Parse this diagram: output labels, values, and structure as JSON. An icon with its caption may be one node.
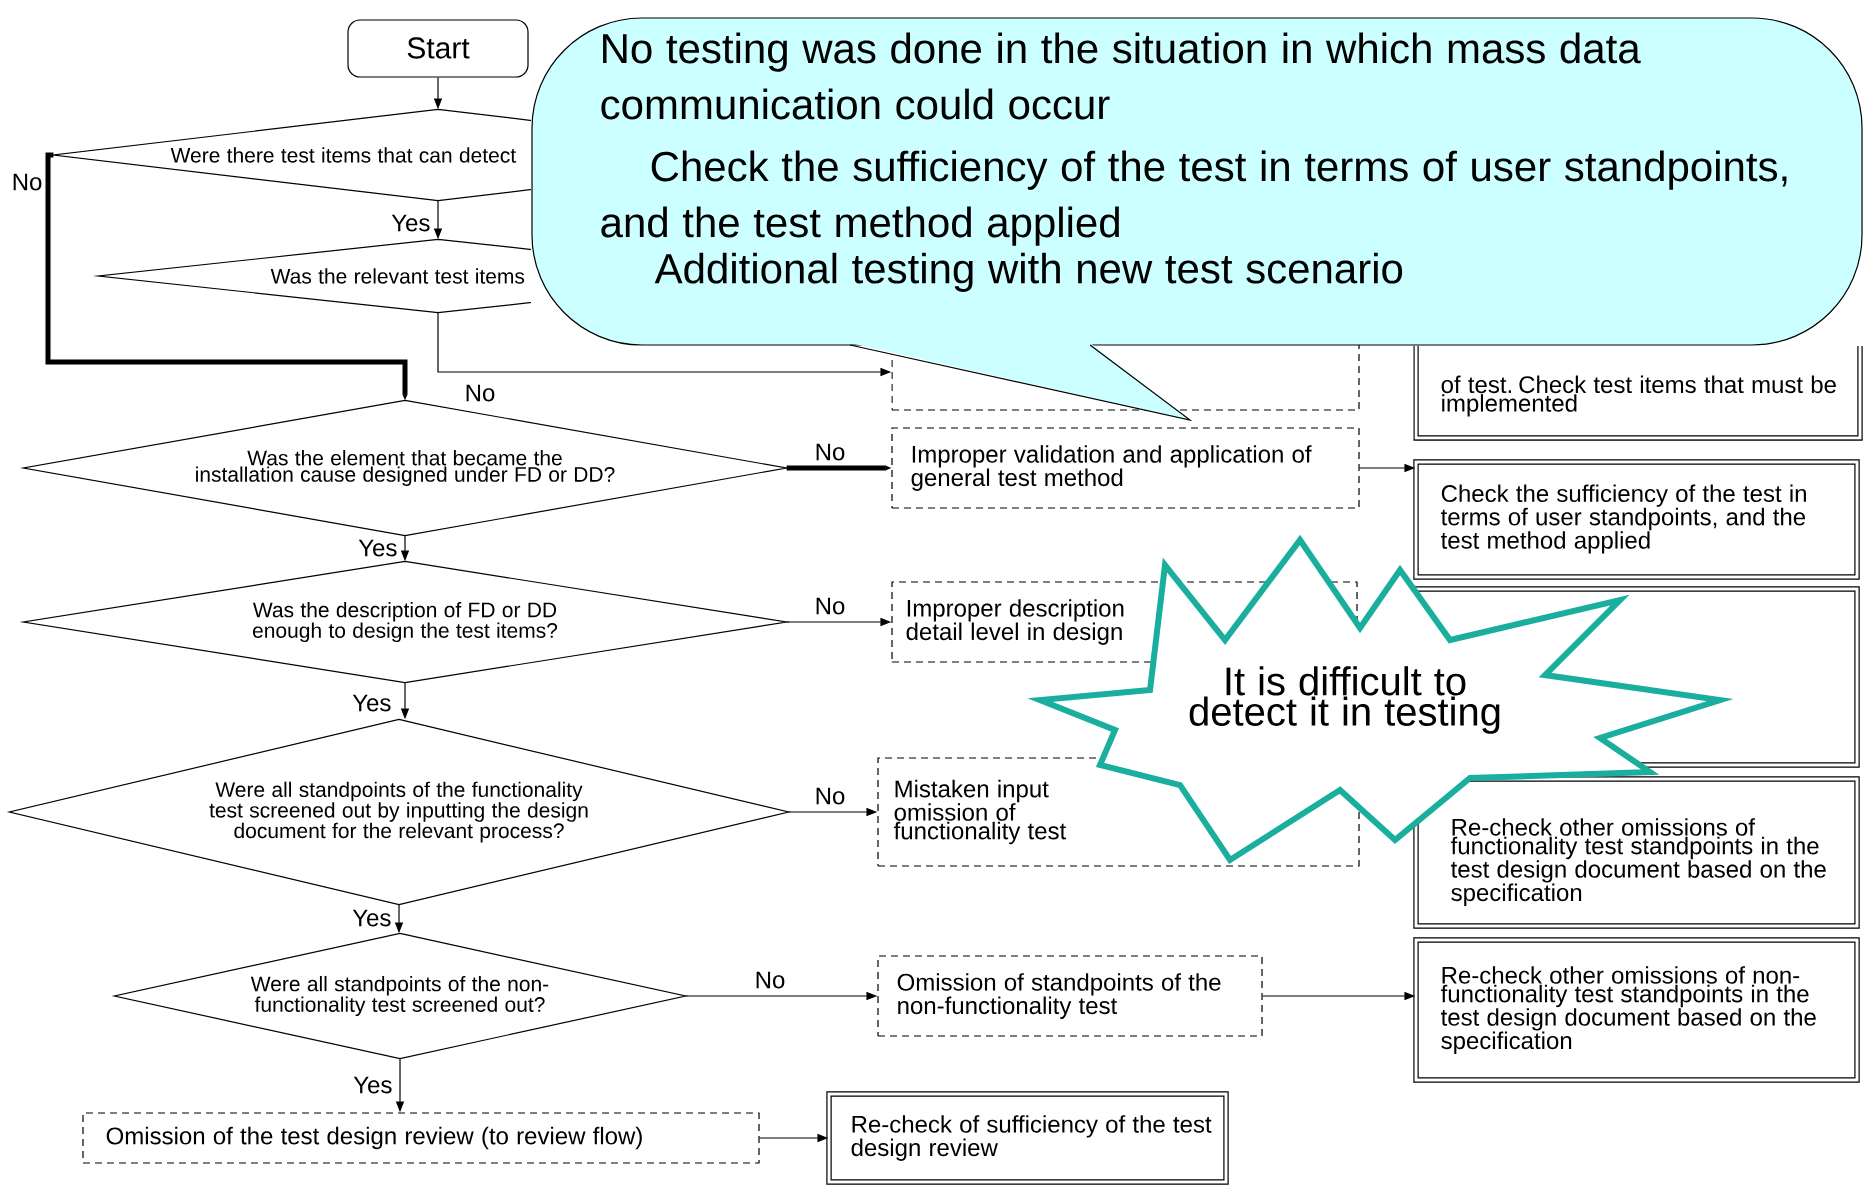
{
  "diagram": {
    "nodes": [
      {
        "text": [
          "Start"
        ]
      },
      {
        "text": [
          "Were there test items that can detect"
        ]
      },
      {
        "text": [
          "Was the relevant test items"
        ]
      },
      {
        "text": [
          "Was the element that became the installation cause designed under FD or DD?"
        ]
      },
      {
        "text": [
          "Was the description of FD or DD enough to design the test items?"
        ]
      },
      {
        "text": [
          "Were all standpoints of the functionality test screened out by inputting the design document for the relevant process?"
        ]
      },
      {
        "text": [
          "Were all standpoints of the non-functionality test screened out?"
        ]
      },
      {
        "text": [
          "Omission of the test design review (to review flow)"
        ]
      },
      {
        "text": [
          "Re-check of sufficiency of the test design review"
        ]
      },
      {
        "text": [],
        "shape": "box"
      },
      {
        "text": [
          "Improper validation and application of general test method"
        ]
      },
      {
        "text": [
          "Improper description detail level in design"
        ]
      },
      {
        "text": [
          "of test. Check test items that must be implemented"
        ]
      },
      {
        "text": [
          "Check the sufficiency of the test in terms of user standpoints, and the test method applied"
        ]
      },
      {
        "text": [],
        "shape": "box"
      },
      {
        "text": [
          "Re-check other omissions of functionality test standpoints in the test design document based on the specification"
        ]
      },
      {
        "text": [
          "Mistaken input omission of functionality test"
        ]
      },
      {
        "text": [
          "Omission of standpoints of the non-functionality test"
        ]
      },
      {
        "text": [
          "Re-check other omissions of non-functionality test standpoints in the test design document based on the specification"
        ]
      },
      {
        "text": [
          "No testing was done in the situation in which mass data communication could occur",
          "Check the sufficiency of the test in terms of user standpoints, and the test method applied",
          "Additional testing with new test scenario"
        ]
      },
      {
        "text": [
          "It is difficult to detect it in testing"
        ]
      }
    ],
    "edges": [
      {
        "from": 0,
        "to": 1,
        "arrow": "to"
      },
      {
        "from": 1,
        "to": 2,
        "arrow": "to",
        "label": "Yes"
      },
      {
        "from": 1,
        "to": 3,
        "arrow": "to",
        "label": "No",
        "style": "thick"
      },
      {
        "from": 2,
        "to": 9,
        "arrow": "to",
        "label": "No"
      },
      {
        "from": 3,
        "to": 10,
        "arrow": "to",
        "label": "No",
        "style": "thick"
      },
      {
        "from": 3,
        "to": 4,
        "arrow": "to",
        "label": "Yes"
      },
      {
        "from": 4,
        "to": 11,
        "arrow": "to",
        "label": "No"
      },
      {
        "from": 4,
        "to": 5,
        "arrow": "to",
        "label": "Yes"
      },
      {
        "from": 5,
        "to": 16,
        "arrow": "to",
        "label": "No"
      },
      {
        "from": 5,
        "to": 6,
        "arrow": "to",
        "label": "Yes"
      },
      {
        "from": 6,
        "to": 17,
        "arrow": "to",
        "label": "No"
      },
      {
        "from": 6,
        "to": 7,
        "arrow": "to",
        "label": "Yes"
      },
      {
        "from": 7,
        "to": 8,
        "arrow": "to"
      },
      {
        "from": 10,
        "to": 13,
        "arrow": "to"
      },
      {
        "from": 17,
        "to": 18,
        "arrow": "to"
      }
    ]
  }
}
